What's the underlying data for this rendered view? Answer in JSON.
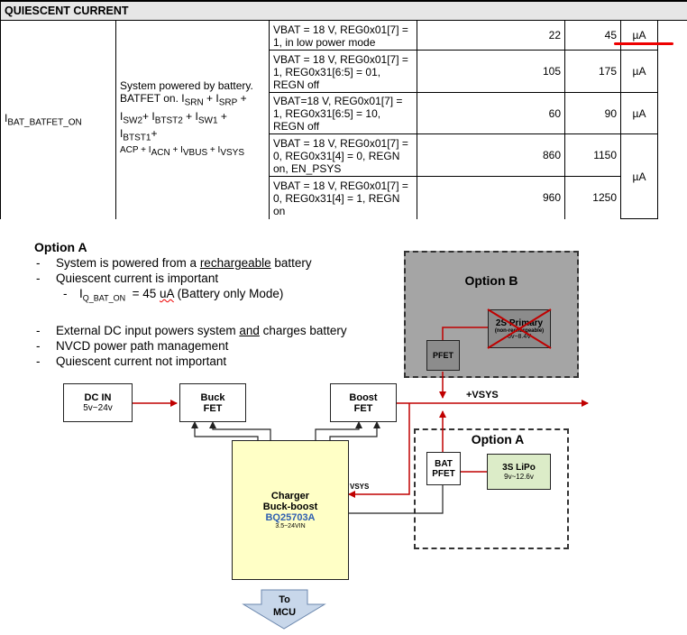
{
  "table": {
    "section_title": "QUIESCENT CURRENT",
    "parameter": "I",
    "parameter_sub": "BAT_BATFET_ON",
    "description_lines": [
      "System powered by battery.",
      "BATFET on. I",
      "SRN",
      " + I",
      "SRP",
      " +"
    ],
    "desc": {
      "l1": "System powered by battery.",
      "l2a": "BATFET on. I",
      "l2b": "SRN",
      "l2c": " + I",
      "l2d": "SRP",
      "l2e": " +",
      "l3a": "I",
      "l3b": "SW2",
      "l3c": "+ I",
      "l3d": "BTST2",
      "l3e": " + I",
      "l3f": "SW1",
      "l3g": " + I",
      "l3h": "BTST1",
      "l3i": "+",
      "l4a": "ACP",
      "l4b": " + I",
      "l4c": "ACN",
      "l4d": " + I",
      "l4e": "VBUS",
      "l4f": " + I",
      "l4g": "VSYS"
    },
    "rows": [
      {
        "condition": [
          "VBAT = 18 V, REG0x01[7] =",
          "1, in low power mode"
        ],
        "typ": "22",
        "max": "45",
        "unit": "µA"
      },
      {
        "condition": [
          "VBAT = 18 V, REG0x01[7] =",
          "1, REG0x31[6:5] = 01,",
          "REGN off"
        ],
        "typ": "105",
        "max": "175",
        "unit": "µA"
      },
      {
        "condition": [
          "VBAT=18 V, REG0x01[7] =",
          "1, REG0x31[6:5] = 10,",
          "REGN off"
        ],
        "typ": "60",
        "max": "90",
        "unit": "µA"
      },
      {
        "condition": [
          "VBAT = 18 V, REG0x01[7] =",
          "0, REG0x31[4] = 0, REGN",
          "on, EN_PSYS"
        ],
        "typ": "860",
        "max": "1150",
        "unit": "µA"
      },
      {
        "condition": [
          "VBAT = 18 V, REG0x01[7] =",
          "0, REG0x31[4] = 1, REGN",
          "on"
        ],
        "typ": "960",
        "max": "1250",
        "unit": ""
      }
    ]
  },
  "notes": {
    "title": "Option A",
    "bullets1": [
      {
        "pre": "System is powered from a ",
        "ul": "rechargeable",
        "post": " battery"
      },
      {
        "pre": "Quiescent current is important",
        "ul": "",
        "post": ""
      }
    ],
    "sub": {
      "a": "I",
      "b": "Q_BAT_ON",
      "c": "  = 45 ",
      "d": "uA",
      "e": " (Battery only Mode)"
    },
    "bullets2": [
      {
        "pre": "External DC input powers system ",
        "ul": "and",
        "post": " charges battery"
      },
      {
        "pre": "NVCD power path management",
        "ul": "",
        "post": ""
      },
      {
        "pre": "Quiescent current not important",
        "ul": "",
        "post": ""
      }
    ]
  },
  "diagram": {
    "dc_in": {
      "title": "DC IN",
      "range": "5v~24v"
    },
    "buck": {
      "line1": "Buck",
      "line2": "FET"
    },
    "boost": {
      "line1": "Boost",
      "line2": "FET"
    },
    "charger": {
      "line1": "Charger",
      "line2": "Buck-boost",
      "part": "BQ25703A",
      "range": "3.5~24VIN"
    },
    "vsys_small": "VSYS",
    "vsys_rail": "+VSYS",
    "option_b": {
      "title": "Option B",
      "pfet": "PFET",
      "cell_title": "2S Primary",
      "cell_note": "(non-rechargeable)",
      "cell_range": "6v~8.4V"
    },
    "option_a": {
      "title": "Option A",
      "batfet1": "BAT",
      "batfet2": "PFET",
      "lipo": "3S LiPo",
      "lipo_range": "9v~12.6v"
    },
    "mcu": {
      "line1": "To",
      "line2": "MCU"
    },
    "colors": {
      "arrow": "#c00000",
      "box_yellow": "#ffffc6",
      "box_green": "#dcecc8",
      "box_gray": "#a5a5a5",
      "inner_gray": "#8c8c8c",
      "part_blue": "#2f5fb0",
      "mcu_blue": "#c8d7ea"
    }
  }
}
